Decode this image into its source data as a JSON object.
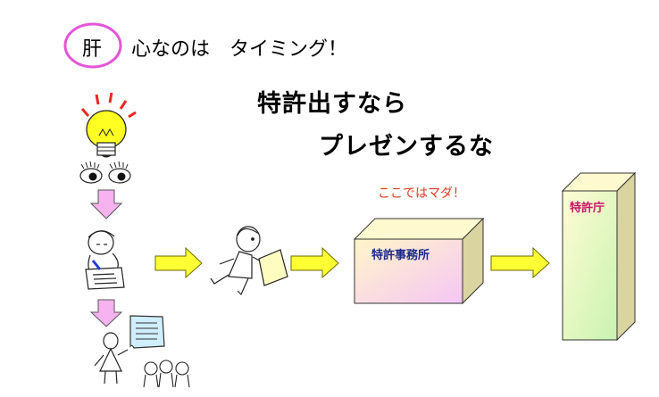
{
  "header": {
    "circled_char": "肝",
    "rest": "心なのは　タイミング！"
  },
  "headline": {
    "line1": "特許出すなら",
    "line2": "プレゼンするな"
  },
  "note": "ここではマダ！",
  "boxes": {
    "office": "特許事務所",
    "jpo": "特許庁"
  },
  "colors": {
    "circle": "#e455d8",
    "arrow_fill": "#ffff33",
    "arrow_stroke": "#6b6b00",
    "note": "#e03a1e",
    "office_label": "#1a2a8c",
    "jpo_label": "#c8136a"
  }
}
